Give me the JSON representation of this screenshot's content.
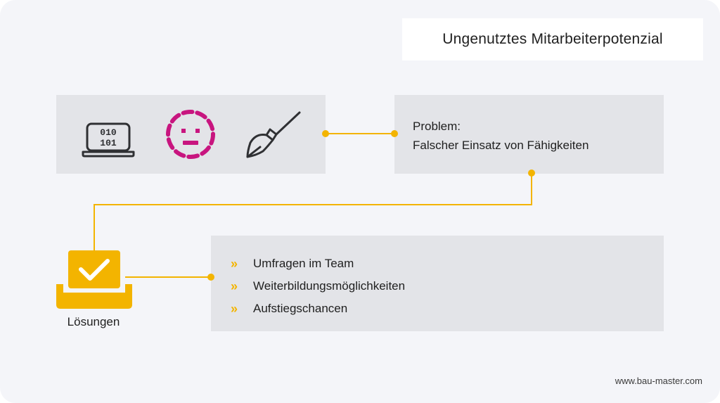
{
  "title": "Ungenutztes Mitarbeiterpotenzial",
  "icons": [
    {
      "name": "laptop-binary-icon"
    },
    {
      "name": "neutral-face-icon",
      "color": "#c8157f"
    },
    {
      "name": "broom-icon"
    }
  ],
  "problem": {
    "heading": "Problem:",
    "text": "Falscher Einsatz von Fähigkeiten"
  },
  "solutions": {
    "label": "Lösungen",
    "bullet": "»",
    "items": [
      "Umfragen im Team",
      "Weiterbildungsmöglichkeiten",
      "Aufstiegschancen"
    ]
  },
  "colors": {
    "accent": "#f3b400",
    "box": "#e3e4e8",
    "background": "#f4f5f9",
    "icon_stroke": "#2f3033"
  },
  "footer": "www.bau-master.com"
}
